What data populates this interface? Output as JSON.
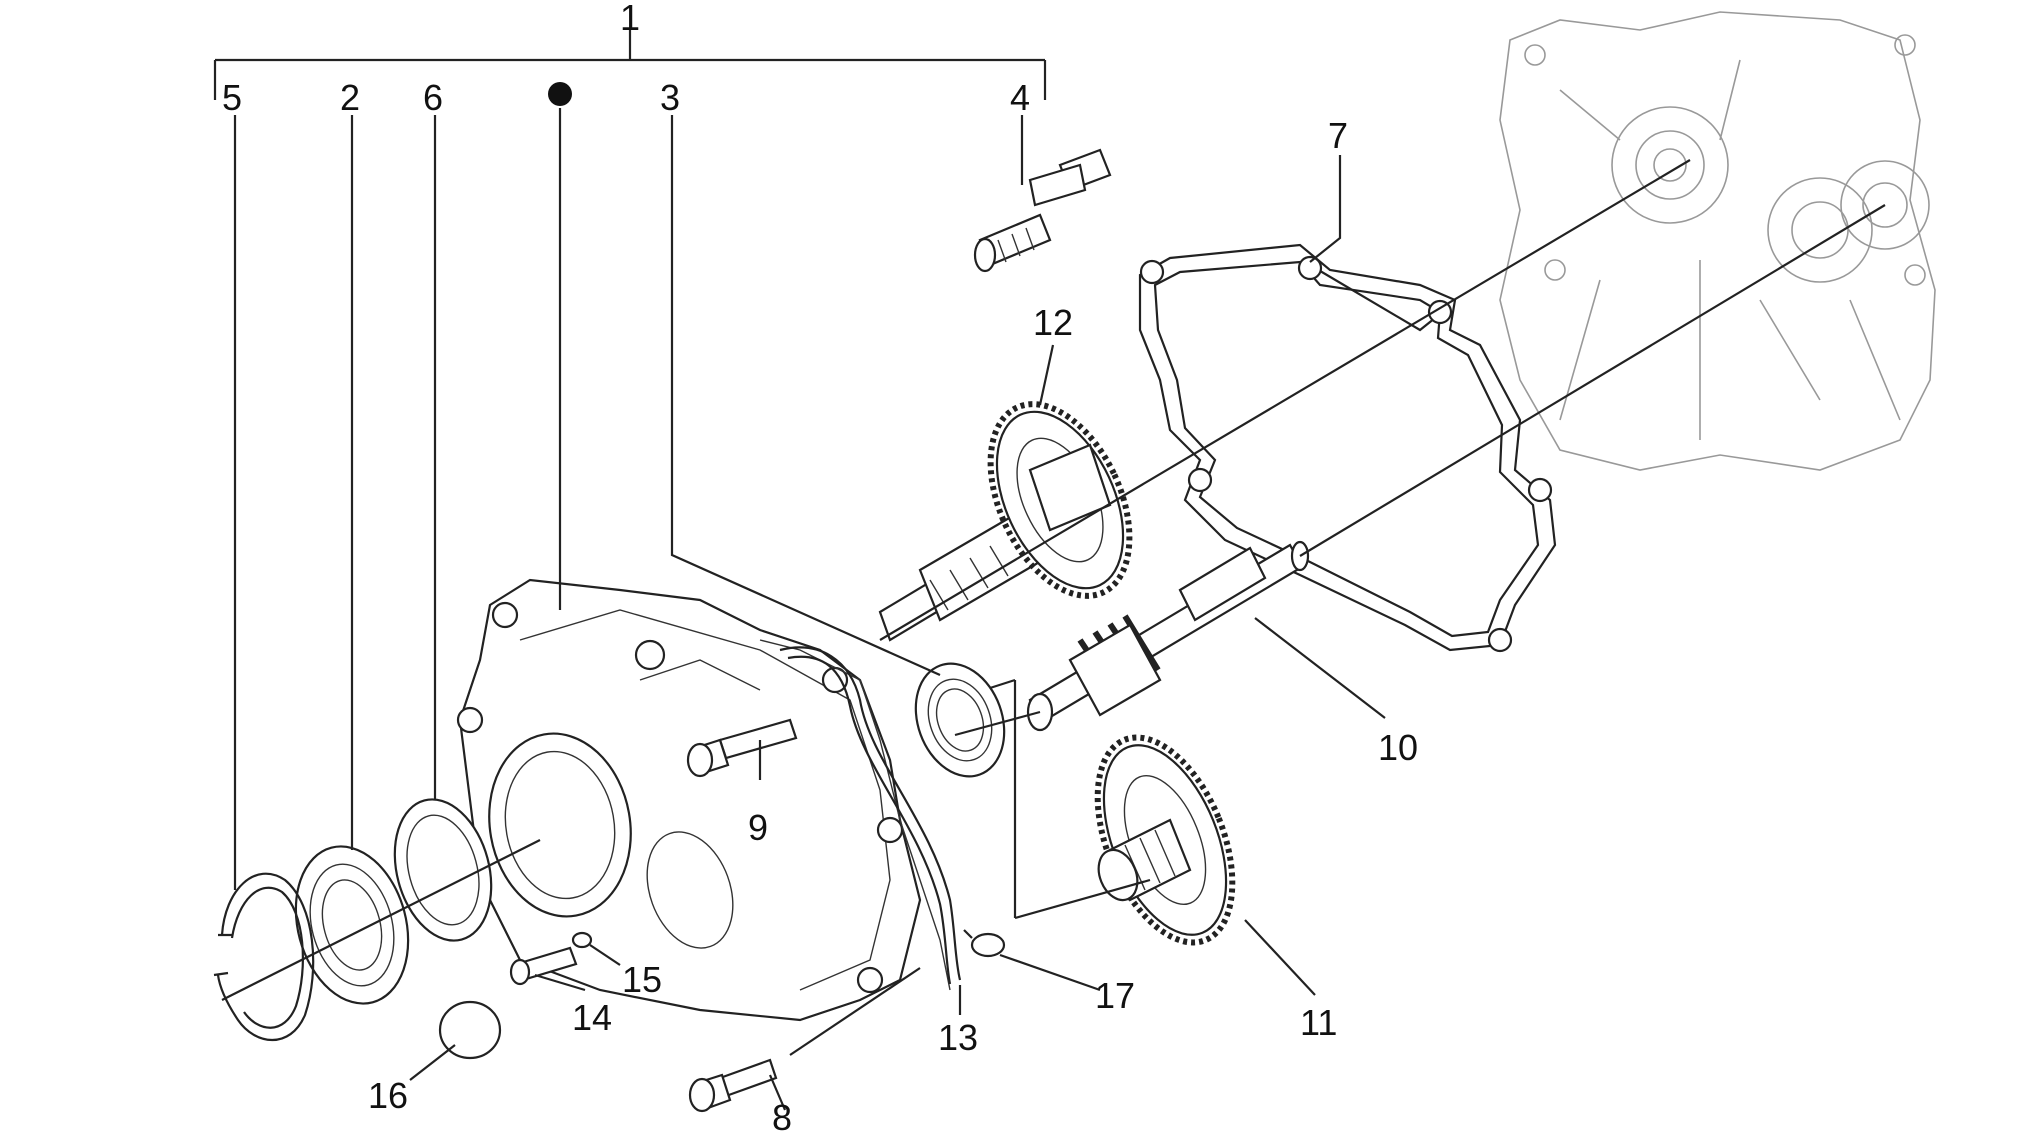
{
  "diagram": {
    "labels": {
      "p1": "1",
      "p2": "2",
      "p3": "3",
      "p4": "4",
      "p5": "5",
      "p6": "6",
      "p7": "7",
      "p8": "8",
      "p9": "9",
      "p10": "10",
      "p11": "11",
      "p12": "12",
      "p13": "13",
      "p14": "14",
      "p15": "15",
      "p16": "16",
      "p17": "17"
    }
  }
}
